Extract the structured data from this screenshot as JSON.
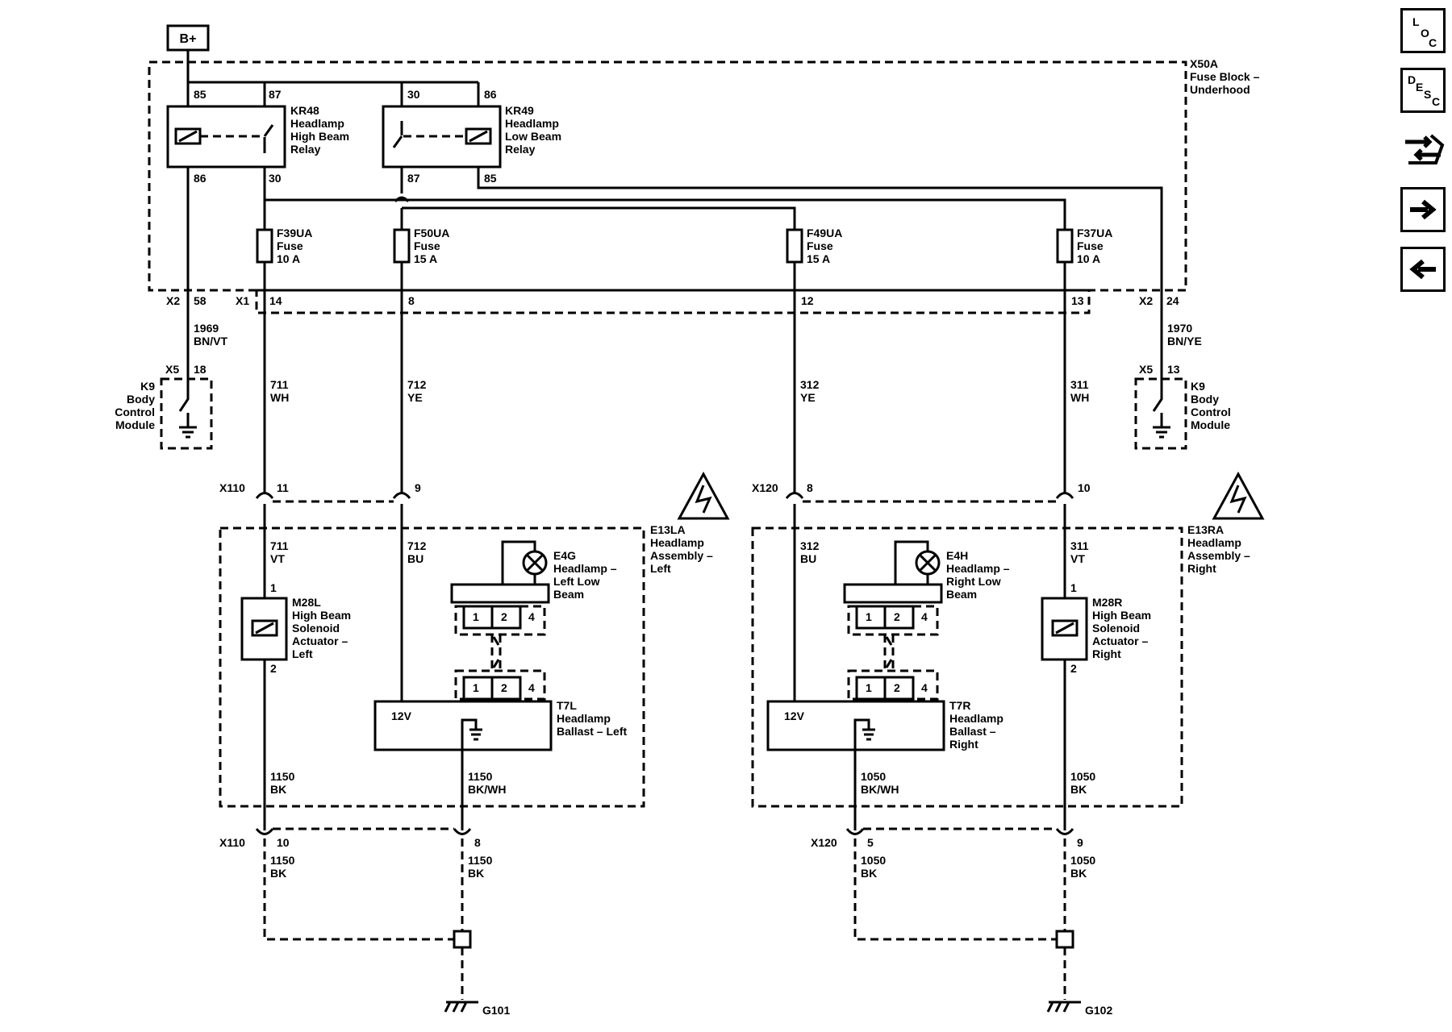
{
  "power": {
    "label": "B+"
  },
  "fuse_block": {
    "name": "X50A",
    "title_line1": "Fuse Block –",
    "title_line2": "Underhood"
  },
  "relay_kr48": {
    "ref": "KR48",
    "line1": "Headlamp",
    "line2": "High Beam",
    "line3": "Relay",
    "pin85": "85",
    "pin87": "87",
    "pin86": "86",
    "pin30": "30"
  },
  "relay_kr49": {
    "ref": "KR49",
    "line1": "Headlamp",
    "line2": "Low Beam",
    "line3": "Relay",
    "pin30": "30",
    "pin86": "86",
    "pin87": "87",
    "pin85": "85"
  },
  "fuses": [
    {
      "ref": "F39UA",
      "type": "Fuse",
      "rating": "10 A"
    },
    {
      "ref": "F50UA",
      "type": "Fuse",
      "rating": "15 A"
    },
    {
      "ref": "F49UA",
      "type": "Fuse",
      "rating": "15 A"
    },
    {
      "ref": "F37UA",
      "type": "Fuse",
      "rating": "10 A"
    }
  ],
  "connectors": {
    "x2": "X2",
    "x2_pin_left": "58",
    "x1": "X1",
    "x1_pins": [
      "14",
      "8",
      "12",
      "13"
    ],
    "x2_pin_right": "24",
    "x110": "X110",
    "x110_top": [
      "11",
      "9"
    ],
    "x110_bottom": [
      "10",
      "8"
    ],
    "x120": "X120",
    "x120_top": [
      "8",
      "10"
    ],
    "x120_bottom": [
      "5",
      "9"
    ]
  },
  "wires": {
    "w1969": [
      "1969",
      "BN/VT"
    ],
    "w1970": [
      "1970",
      "BN/YE"
    ],
    "w711": [
      "711",
      "WH"
    ],
    "w712": [
      "712",
      "YE"
    ],
    "w312": [
      "312",
      "YE"
    ],
    "w311": [
      "311",
      "WH"
    ],
    "w711b": [
      "711",
      "VT"
    ],
    "w712b": [
      "712",
      "BU"
    ],
    "w312b": [
      "312",
      "BU"
    ],
    "w311b": [
      "311",
      "VT"
    ],
    "w1150a": [
      "1150",
      "BK"
    ],
    "w1150b": [
      "1150",
      "BK/WH"
    ],
    "w1050a": [
      "1050",
      "BK/WH"
    ],
    "w1050b": [
      "1050",
      "BK"
    ],
    "w1150c": [
      "1150",
      "BK"
    ],
    "w1150d": [
      "1150",
      "BK"
    ],
    "w1050c": [
      "1050",
      "BK"
    ],
    "w1050d": [
      "1050",
      "BK"
    ]
  },
  "bcm_left": {
    "conn": "X5",
    "pin": "18",
    "ref": "K9",
    "line1": "Body",
    "line2": "Control",
    "line3": "Module"
  },
  "bcm_right": {
    "conn": "X5",
    "pin": "13",
    "ref": "K9",
    "line1": "Body",
    "line2": "Control",
    "line3": "Module"
  },
  "assy_left": {
    "ref": "E13LA",
    "line1": "Headlamp",
    "line2": "Assembly –",
    "line3": "Left"
  },
  "assy_right": {
    "ref": "E13RA",
    "line1": "Headlamp",
    "line2": "Assembly –",
    "line3": "Right"
  },
  "sol_left": {
    "ref": "M28L",
    "line1": "High Beam",
    "line2": "Solenoid",
    "line3": "Actuator –",
    "line4": "Left",
    "pin1": "1",
    "pin2": "2"
  },
  "sol_right": {
    "ref": "M28R",
    "line1": "High Beam",
    "line2": "Solenoid",
    "line3": "Actuator –",
    "line4": "Right",
    "pin1": "1",
    "pin2": "2"
  },
  "lamp_left": {
    "ref": "E4G",
    "line1": "Headlamp –",
    "line2": "Left Low",
    "line3": "Beam",
    "pins": [
      "1",
      "2",
      "4"
    ]
  },
  "lamp_right": {
    "ref": "E4H",
    "line1": "Headlamp –",
    "line2": "Right Low",
    "line3": "Beam",
    "pins": [
      "1",
      "2",
      "4"
    ]
  },
  "ballast_left": {
    "ref": "T7L",
    "line1": "Headlamp",
    "line2": "Ballast – Left",
    "v": "12V",
    "pins": [
      "1",
      "2",
      "4"
    ]
  },
  "ballast_right": {
    "ref": "T7R",
    "line1": "Headlamp",
    "line2": "Ballast –",
    "line3": "Right",
    "v": "12V",
    "pins": [
      "1",
      "2",
      "4"
    ]
  },
  "grounds": {
    "left": "G101",
    "right": "G102"
  },
  "nav": {
    "loc": [
      "L",
      "O",
      "C"
    ],
    "desc": [
      "D",
      "E",
      "S",
      "C"
    ],
    "icons": [
      "connector-end-view-icon",
      "arrow-right-icon",
      "arrow-left-icon"
    ]
  }
}
